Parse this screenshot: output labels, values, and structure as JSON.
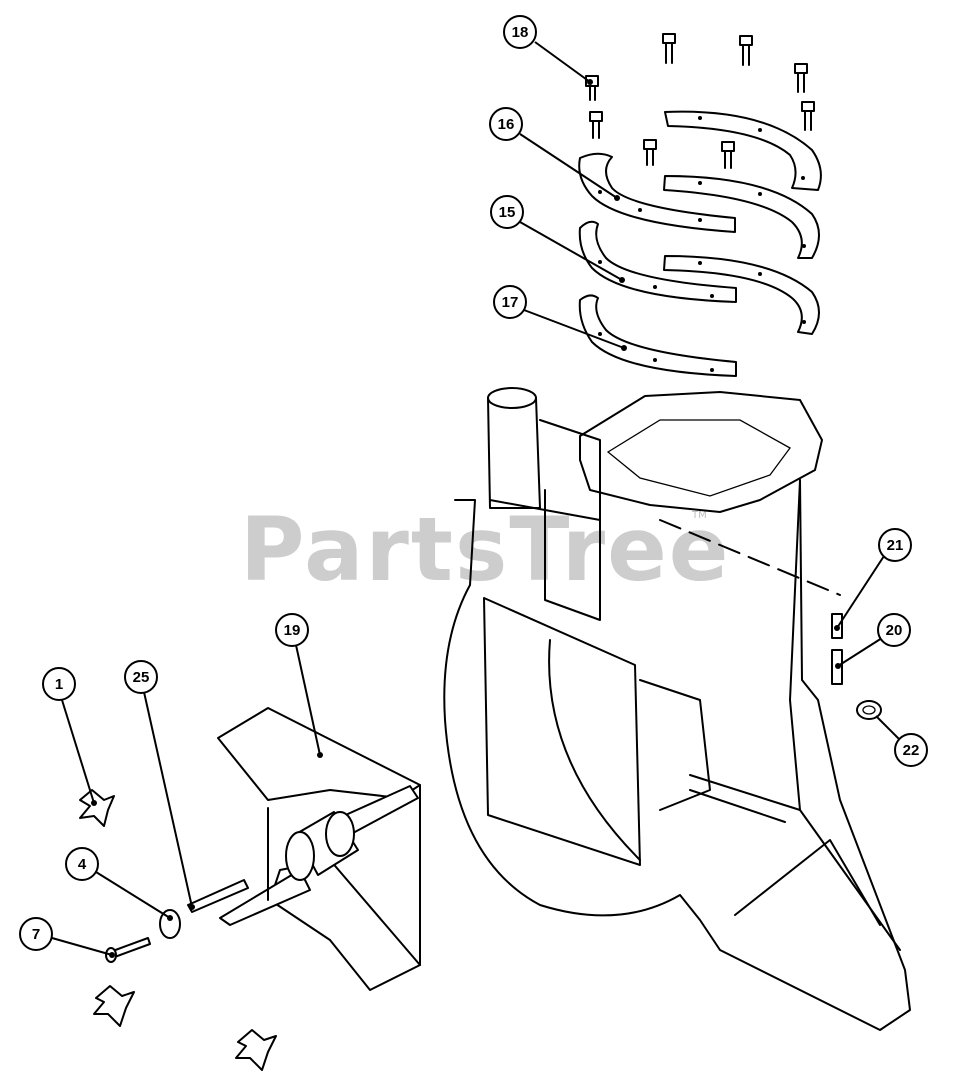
{
  "watermark": {
    "text": "PartsTree",
    "tm": "TM"
  },
  "callouts": [
    "18",
    "16",
    "15",
    "17",
    "21",
    "20",
    "22",
    "19",
    "1",
    "25",
    "4",
    "7"
  ]
}
